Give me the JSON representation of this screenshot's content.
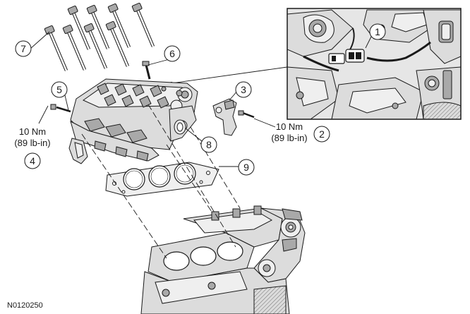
{
  "diagram": {
    "figure_ref": "N0120250",
    "callouts": [
      {
        "id": 1,
        "label": "1"
      },
      {
        "id": 2,
        "label": "2"
      },
      {
        "id": 3,
        "label": "3"
      },
      {
        "id": 4,
        "label": "4"
      },
      {
        "id": 5,
        "label": "5"
      },
      {
        "id": 6,
        "label": "6"
      },
      {
        "id": 7,
        "label": "7"
      },
      {
        "id": 8,
        "label": "8"
      },
      {
        "id": 9,
        "label": "9"
      }
    ],
    "torque_specs": {
      "spec_2": {
        "metric": "10 Nm",
        "imperial": "(89 lb-in)"
      },
      "spec_4": {
        "metric": "10 Nm",
        "imperial": "(89 lb-in)"
      }
    }
  }
}
